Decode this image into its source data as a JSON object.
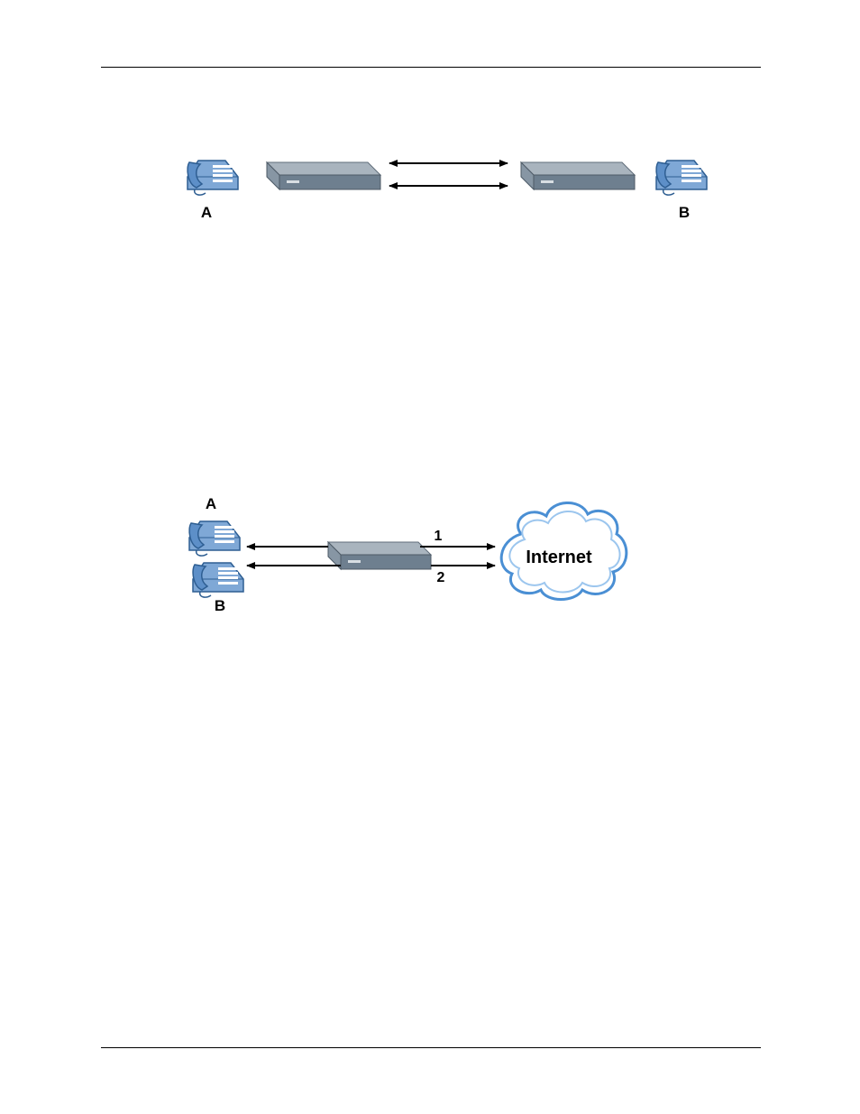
{
  "diagram_top": {
    "phone_a_label": "A",
    "phone_b_label": "B"
  },
  "diagram_bottom": {
    "phone_a_label": "A",
    "phone_b_label": "B",
    "line_1_label": "1",
    "line_2_label": "2",
    "cloud_label": "Internet"
  },
  "colors": {
    "phone_fill": "#7fa8d6",
    "phone_stroke": "#2e5e92",
    "device_top": "#a9b4be",
    "device_front": "#6e7f8f",
    "arrow": "#000000"
  }
}
